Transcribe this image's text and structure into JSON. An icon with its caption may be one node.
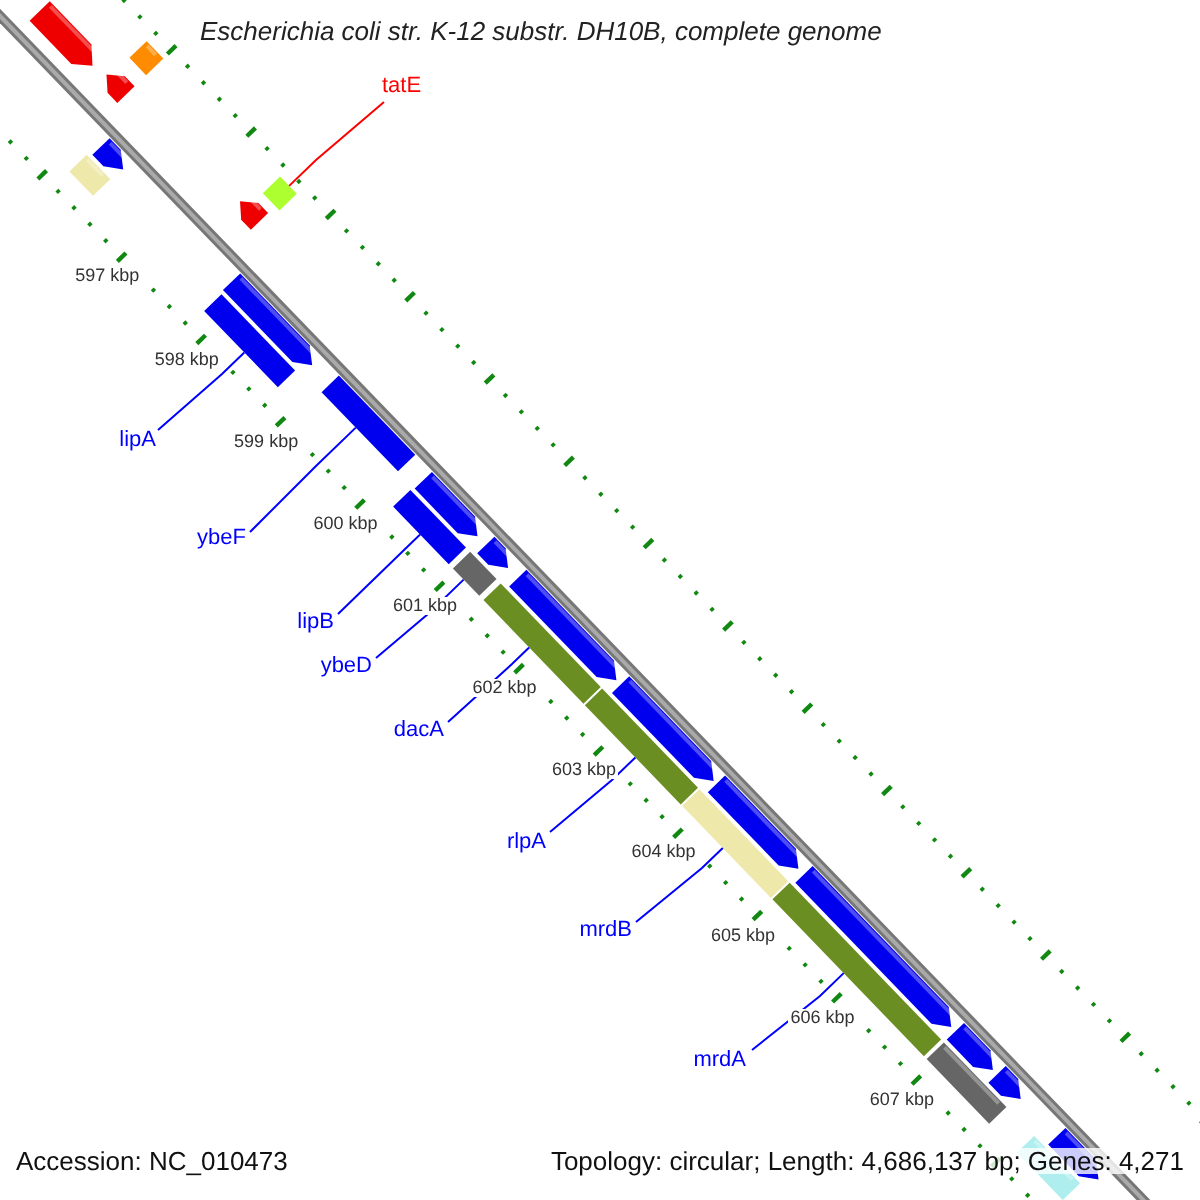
{
  "diagram": {
    "title": "Escherichia coli str. K-12 substr. DH10B, complete genome",
    "nodes": [
      {
        "text": [
          "tatE"
        ]
      },
      {
        "text": [
          "lipA"
        ]
      },
      {
        "text": [
          "ybeF"
        ]
      },
      {
        "text": [
          "lipB"
        ]
      },
      {
        "text": [
          "ybeD"
        ]
      },
      {
        "text": [
          "dacA"
        ]
      },
      {
        "text": [
          "rlpA"
        ]
      },
      {
        "text": [
          "mrdB"
        ]
      },
      {
        "text": [
          "mrdA"
        ]
      },
      {
        "text": [],
        "shape": "diamond"
      },
      {
        "text": [],
        "shape": "bar"
      },
      {
        "text": [],
        "shape": "bar"
      },
      {
        "text": [],
        "shape": "bar"
      },
      {
        "text": [],
        "shape": "bar"
      },
      {
        "text": [],
        "shape": "bar"
      },
      {
        "text": [],
        "shape": "bar"
      },
      {
        "text": [],
        "shape": "bar"
      },
      {
        "text": [],
        "shape": "bar"
      }
    ],
    "edges": [
      {
        "from": 0,
        "to": 9,
        "arrow": "none",
        "color": "#ff0000"
      },
      {
        "from": 1,
        "to": 10,
        "arrow": "none"
      },
      {
        "from": 2,
        "to": 11,
        "arrow": "none"
      },
      {
        "from": 3,
        "to": 12,
        "arrow": "none"
      },
      {
        "from": 4,
        "to": 13,
        "arrow": "none"
      },
      {
        "from": 5,
        "to": 14,
        "arrow": "none"
      },
      {
        "from": 6,
        "to": 15,
        "arrow": "none"
      },
      {
        "from": 7,
        "to": 16,
        "arrow": "none"
      },
      {
        "from": 8,
        "to": 17,
        "arrow": "none"
      }
    ],
    "labels": [
      "597 kbp",
      "598 kbp",
      "599 kbp",
      "600 kbp",
      "601 kbp",
      "602 kbp",
      "603 kbp",
      "604 kbp",
      "605 kbp",
      "606 kbp",
      "607 kbp",
      "Accession: NC_010473",
      "Topology: circular; Length: 4,686,137 bp; Genes: 4,271"
    ]
  }
}
